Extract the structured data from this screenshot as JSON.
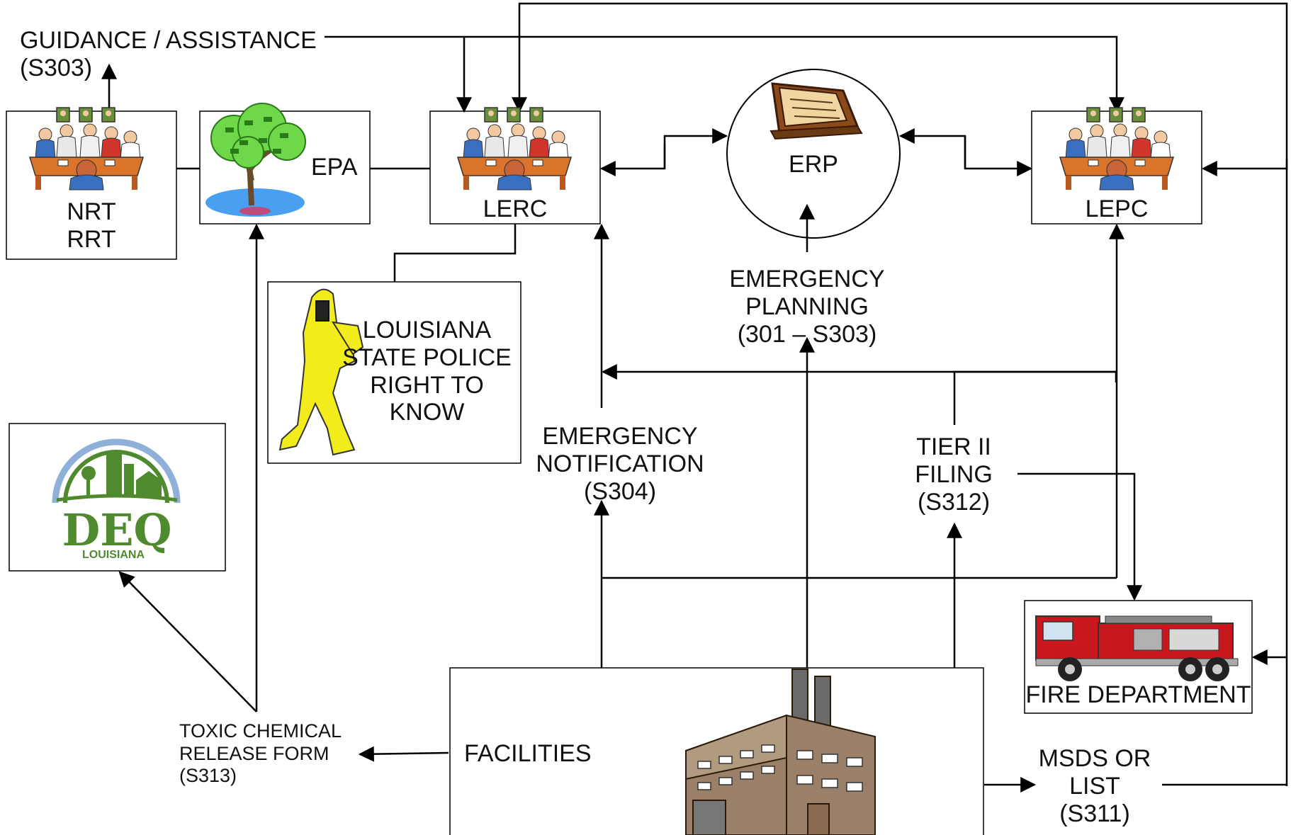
{
  "guidance": {
    "line1": "GUIDANCE / ASSISTANCE",
    "line2": "(S303)"
  },
  "nrt": {
    "line1": "NRT",
    "line2": "RRT"
  },
  "epa": {
    "label": "EPA"
  },
  "lerc": {
    "label": "LERC"
  },
  "erp": {
    "label": "ERP"
  },
  "lepc": {
    "label": "LEPC"
  },
  "state_police": {
    "line1": "LOUISIANA",
    "line2": "STATE POLICE",
    "line3": "RIGHT TO",
    "line4": "KNOW"
  },
  "emergency_planning": {
    "line1": "EMERGENCY",
    "line2": "PLANNING",
    "line3": "(301 – S303)"
  },
  "emergency_notification": {
    "line1": "EMERGENCY",
    "line2": "NOTIFICATION",
    "line3": "(S304)"
  },
  "tier2": {
    "line1": "TIER II",
    "line2": "FILING",
    "line3": "(S312)"
  },
  "deq_logo": {
    "big": "DEQ",
    "small": "LOUISIANA"
  },
  "fire_department": {
    "label": "FIRE DEPARTMENT"
  },
  "toxic_form": {
    "line1": "TOXIC CHEMICAL",
    "line2": "RELEASE FORM",
    "line3": "(S313)"
  },
  "facilities": {
    "label": "FACILITIES"
  },
  "msds": {
    "line1": "MSDS OR",
    "line2": "LIST",
    "line3": "(S311)"
  },
  "colors": {
    "line": "#000000",
    "hazmat_suit": "#f2ec1c",
    "tree_leaves": "#6fd84a",
    "deq_green": "#4f8a2e",
    "fire_truck": "#c8181e",
    "building": "#9a8068"
  }
}
